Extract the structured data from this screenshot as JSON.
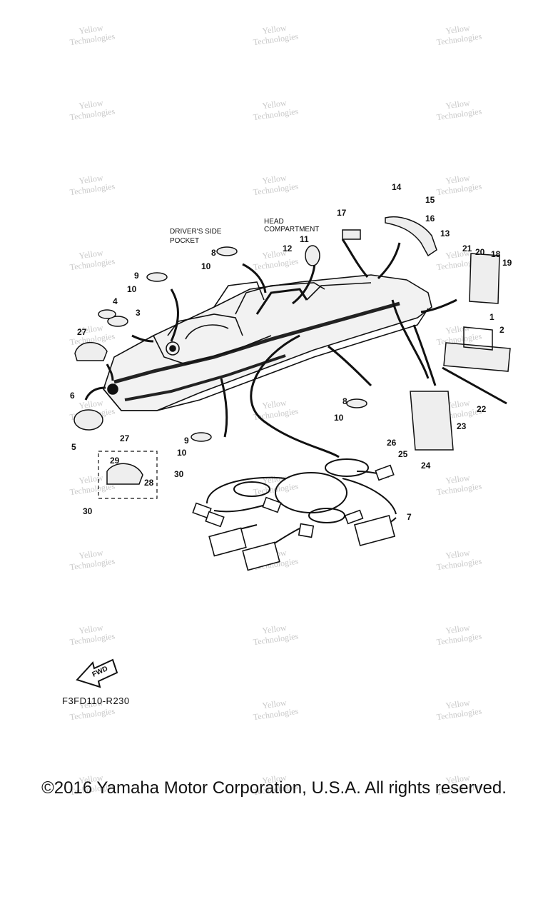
{
  "watermark": {
    "line1": "Yellow",
    "line2": "Technologies"
  },
  "captions": {
    "drivers_pocket_1": "DRIVER'S SIDE",
    "drivers_pocket_2": "POCKET",
    "head_comp_1": "HEAD",
    "head_comp_2": "COMPARTMENT"
  },
  "callouts": [
    "1",
    "2",
    "3",
    "4",
    "5",
    "6",
    "7",
    "8",
    "8",
    "9",
    "9",
    "10",
    "10",
    "10",
    "10",
    "11",
    "12",
    "13",
    "14",
    "15",
    "16",
    "17",
    "18",
    "19",
    "20",
    "21",
    "22",
    "23",
    "24",
    "25",
    "26",
    "27",
    "27",
    "28",
    "29",
    "30",
    "30"
  ],
  "fwd_label": "FWD",
  "diagram_code": "F3FD110-R230",
  "copyright": "©2016 Yamaha Motor Corporation, U.S.A. All rights reserved."
}
